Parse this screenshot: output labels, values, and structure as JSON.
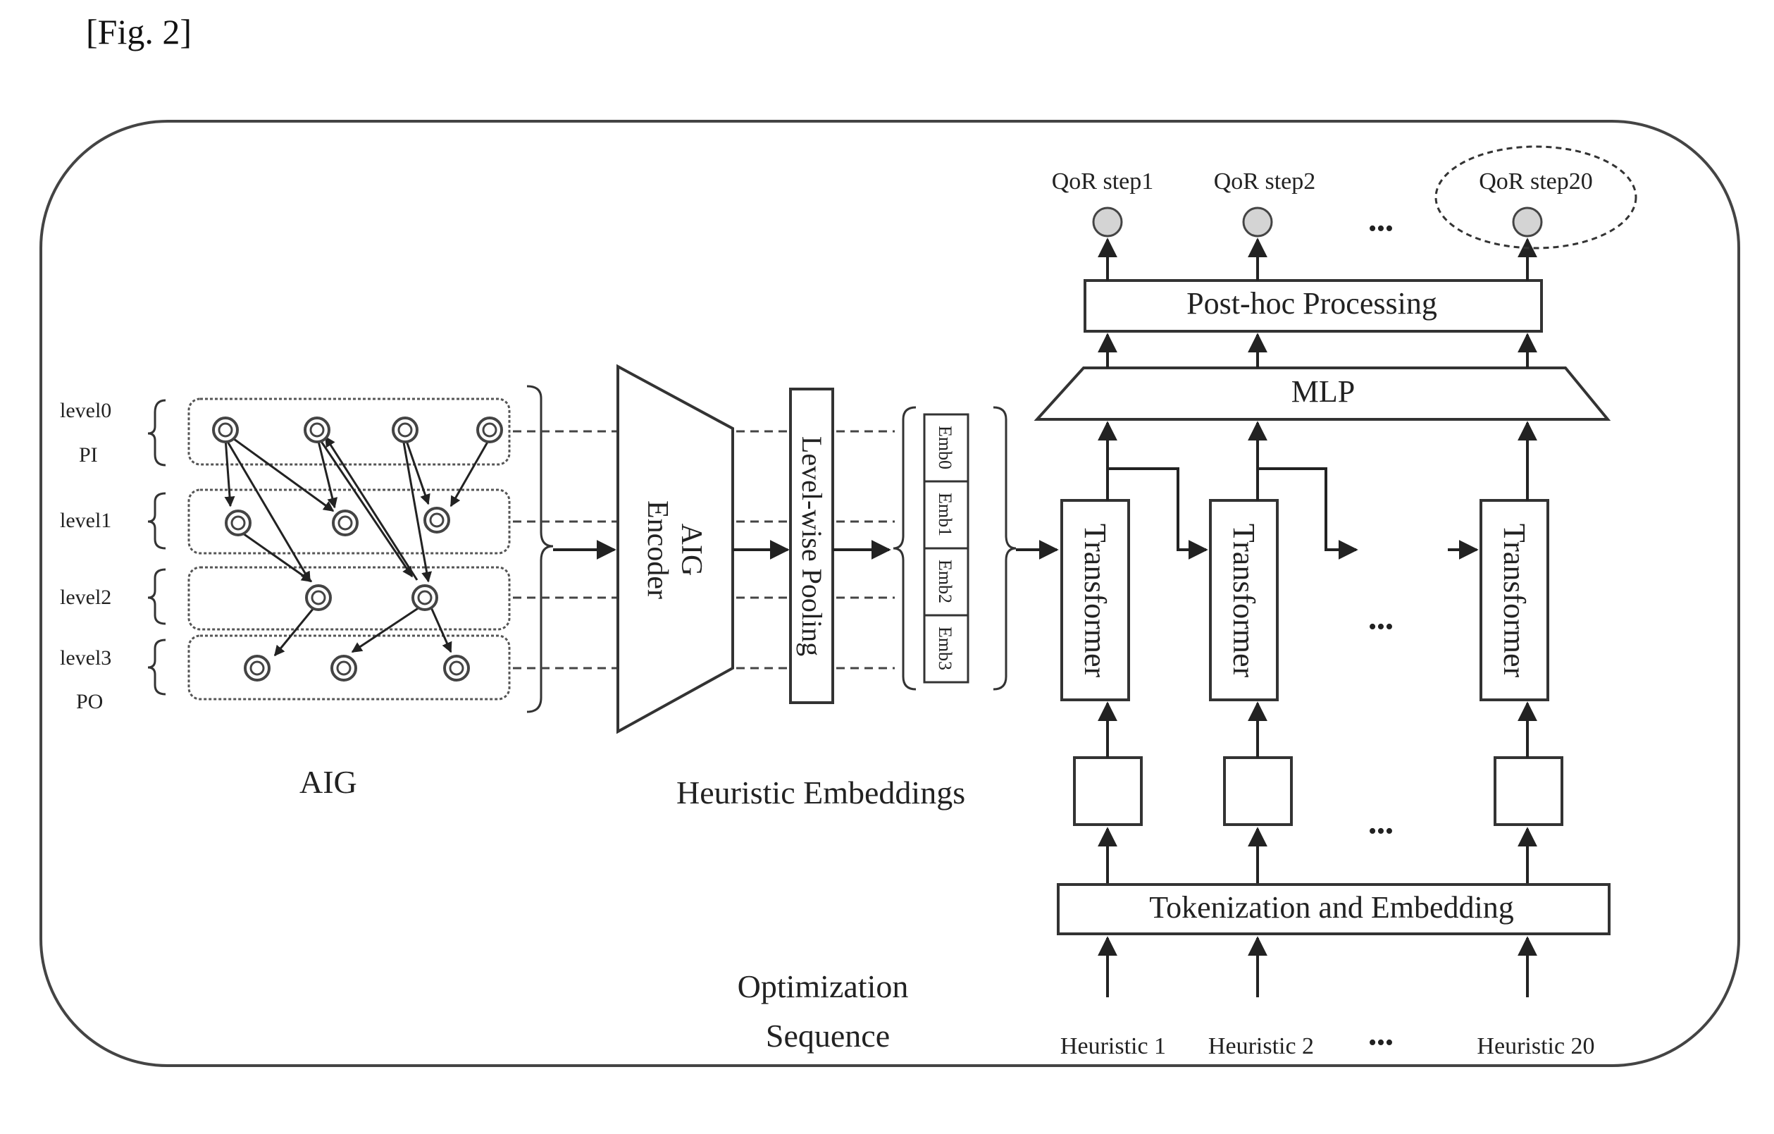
{
  "figure_label": "[Fig. 2]",
  "aig": {
    "caption": "AIG",
    "levels": [
      {
        "label": "level0",
        "sublabel": "PI"
      },
      {
        "label": "level1",
        "sublabel": ""
      },
      {
        "label": "level2",
        "sublabel": ""
      },
      {
        "label": "level3",
        "sublabel": "PO"
      }
    ]
  },
  "encoder": {
    "line1": "AIG",
    "line2": "Encoder"
  },
  "pooling": {
    "label": "Level-wise Pooling"
  },
  "embeddings": {
    "caption": "Heuristic Embeddings",
    "cells": [
      "Emb0",
      "Emb1",
      "Emb2",
      "Emb3"
    ]
  },
  "transformer": {
    "label": "Transformer"
  },
  "mlp": {
    "label": "MLP"
  },
  "post_hoc": {
    "label": "Post-hoc Processing"
  },
  "qor": {
    "step1": "QoR step1",
    "step2": "QoR step2",
    "step20": "QoR step20"
  },
  "tokenization": {
    "label": "Tokenization and Embedding"
  },
  "optimization": {
    "line1": "Optimization",
    "line2": "Sequence"
  },
  "heuristics": {
    "h1": "Heuristic 1",
    "h2": "Heuristic 2",
    "h20": "Heuristic 20"
  },
  "ellipsis": "•••"
}
